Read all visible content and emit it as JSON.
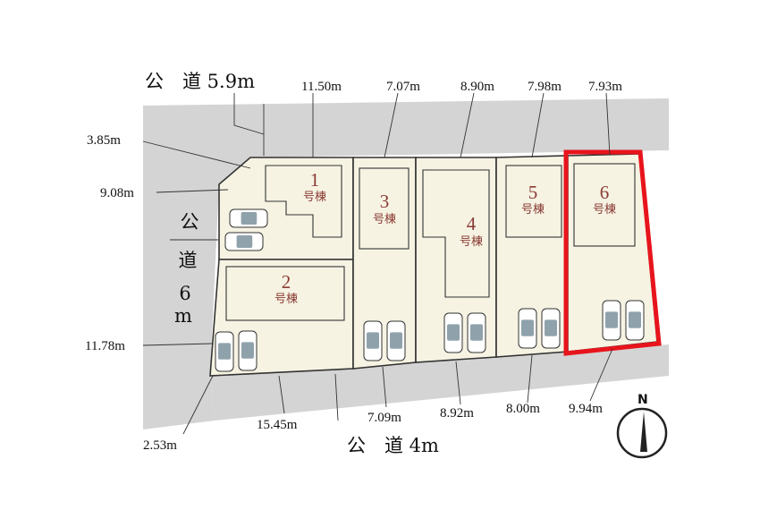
{
  "roads": {
    "north": "公　道 5.9m",
    "west": [
      "公",
      "道",
      "6",
      "m"
    ],
    "south": "公　道 4m"
  },
  "dimensions": {
    "top_frontages": [
      "11.50m",
      "7.07m",
      "8.90m",
      "7.98m",
      "7.93m"
    ],
    "left_top": [
      "3.85m",
      "9.08m"
    ],
    "left_bottom": "11.78m",
    "bottom": [
      "2.53m",
      "15.45m",
      "7.09m",
      "8.92m",
      "8.00m",
      "9.94m"
    ]
  },
  "lots": [
    {
      "number": "1",
      "label": "号棟"
    },
    {
      "number": "2",
      "label": "号棟"
    },
    {
      "number": "3",
      "label": "号棟"
    },
    {
      "number": "4",
      "label": "号棟"
    },
    {
      "number": "5",
      "label": "号棟"
    },
    {
      "number": "6",
      "label": "号棟"
    }
  ],
  "highlighted_lot": "6",
  "compass": {
    "label": "N"
  },
  "colors": {
    "highlight": "#e8141c",
    "road": "#d4d4d4",
    "lot": "#f6f3e3",
    "lot_text": "#8a3b34"
  }
}
